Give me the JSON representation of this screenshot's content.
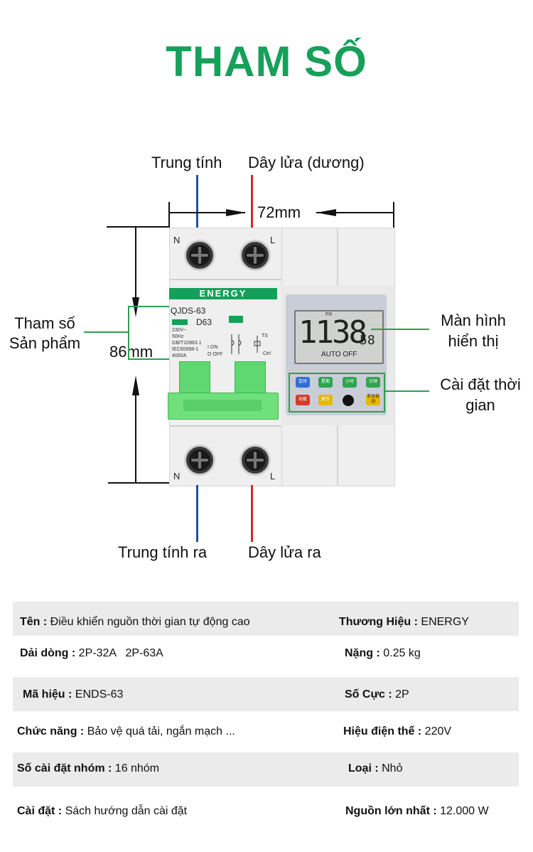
{
  "title": "THAM SỐ",
  "diagram": {
    "top_left_label": "Trung tính",
    "top_right_label": "Dây lửa (dương)",
    "width_dim": "72mm",
    "height_dim": "86mm",
    "params_label_1": "Tham số",
    "params_label_2": "Sản phẩm",
    "screen_label_1": "Màn hình",
    "screen_label_2": "hiển thị",
    "timeset_label_1": "Cài đặt thời",
    "timeset_label_2": "gian",
    "bottom_left_label": "Trung tính ra",
    "bottom_right_label": "Dây lửa ra"
  },
  "device": {
    "n_top": "N",
    "l_top": "L",
    "n_bottom": "N",
    "l_bottom": "L",
    "brand": "ENERGY",
    "model": "QJDS-63",
    "rating": "D63",
    "spec_lines": [
      "230V~",
      "50Hz",
      "GB/T10963.1",
      "IEC60898-1",
      "4000A"
    ],
    "on_label": "I ON",
    "off_label": "O OFF",
    "ctrl_label": "Ctrl",
    "ts_label": "TS",
    "display_digits": "1138",
    "display_small": "58",
    "display_fr": "FR",
    "display_status": "AUTO OFF",
    "keys_row1": [
      "定时",
      "星期",
      "小时",
      "分钟"
    ],
    "keys_row2": [
      "功能",
      "复位",
      "",
      "手动自动"
    ],
    "brand_color": "#15a05a",
    "neutral_color": "#1f4fa8",
    "live_color": "#d8262a"
  },
  "specs": [
    {
      "l_label": "Tên :",
      "l_value": " Điều khiển nguồn thời gian tự động cao",
      "r_label": "Thương Hiệu :",
      "r_value": " ENERGY"
    },
    {
      "l_label": "Dải dòng :",
      "l_value": " 2P-32A   2P-63A",
      "r_label": "Nặng :",
      "r_value": " 0.25 kg"
    },
    {
      "l_label": "Mã hiệu :",
      "l_value": " ENDS-63",
      "r_label": "Số Cực :",
      "r_value": " 2P"
    },
    {
      "l_label": "Chức năng :",
      "l_value": " Bảo vệ quá tải, ngắn mạch ...",
      "r_label": "Hiệu điện thế :",
      "r_value": " 220V"
    },
    {
      "l_label": "Số cài đặt nhóm :",
      "l_value": " 16 nhóm",
      "r_label": "Loại :",
      "r_value": " Nhỏ"
    },
    {
      "l_label": "Cài đặt :",
      "l_value": " Sách hướng dẫn cài đặt",
      "r_label": "Nguồn lớn nhất :",
      "r_value": " 12.000 W"
    }
  ]
}
